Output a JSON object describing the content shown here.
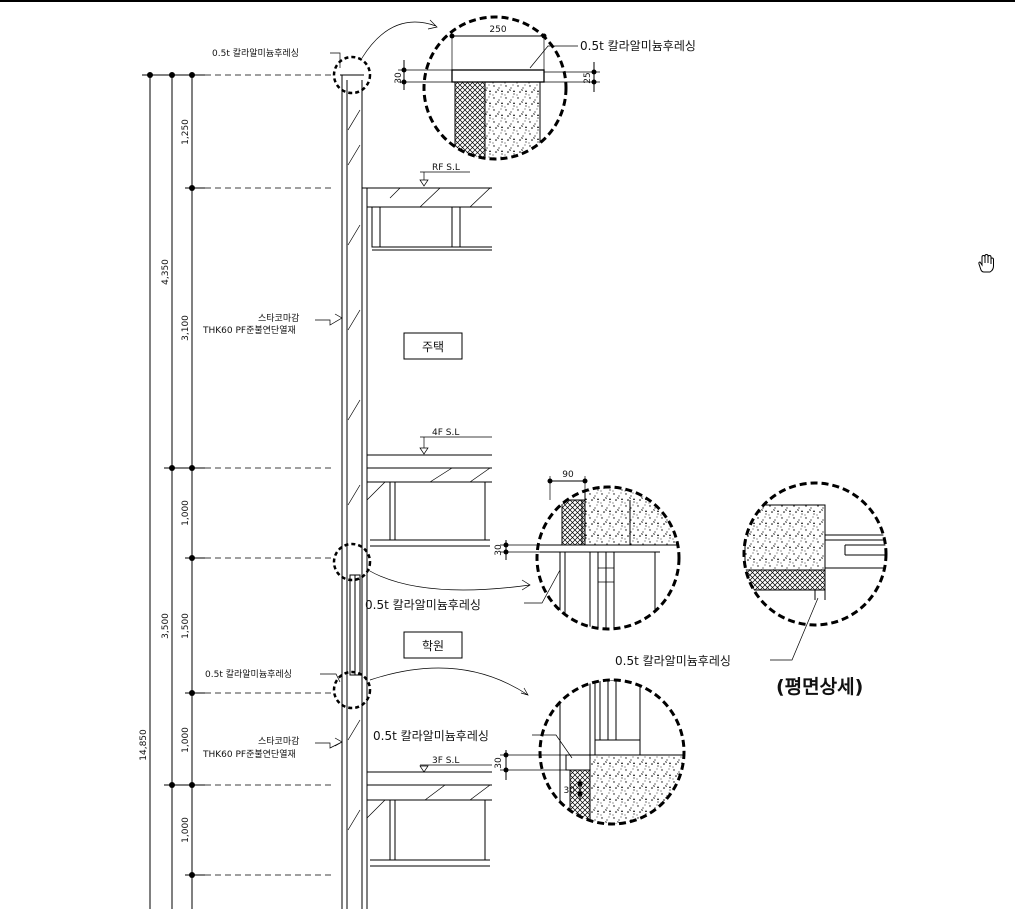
{
  "dimensions": {
    "overall": "14,850",
    "mid": [
      "4,350",
      "3,500"
    ],
    "inner": [
      "1,250",
      "3,100",
      "1,000",
      "1,500",
      "1,000",
      "1,000"
    ]
  },
  "levels": {
    "rf": "RF S.L",
    "f4": "4F S.L",
    "f3": "3F S.L"
  },
  "rooms": {
    "upper": "주택",
    "lower": "학원"
  },
  "notes": {
    "finish": "0.5t 칼라알미늄후레싱",
    "stucco": "스타코마감",
    "insulation": "THK60 PF준불연단열재"
  },
  "details": {
    "top": {
      "width": "250",
      "h1": "30",
      "h2": "25",
      "label": "0.5t  칼라알미늄후레싱"
    },
    "mid": {
      "width": "90",
      "h": "30",
      "label": "0.5t  칼라알미늄후레싱"
    },
    "low": {
      "h1": "30",
      "h2": "30",
      "label": "0.5t  칼라알미늄후레싱"
    },
    "plan": {
      "label": "0.5t  칼라알미늄후레싱",
      "title": "(평면상세)"
    }
  },
  "icons": {
    "cursor": "hand-cursor-icon"
  }
}
